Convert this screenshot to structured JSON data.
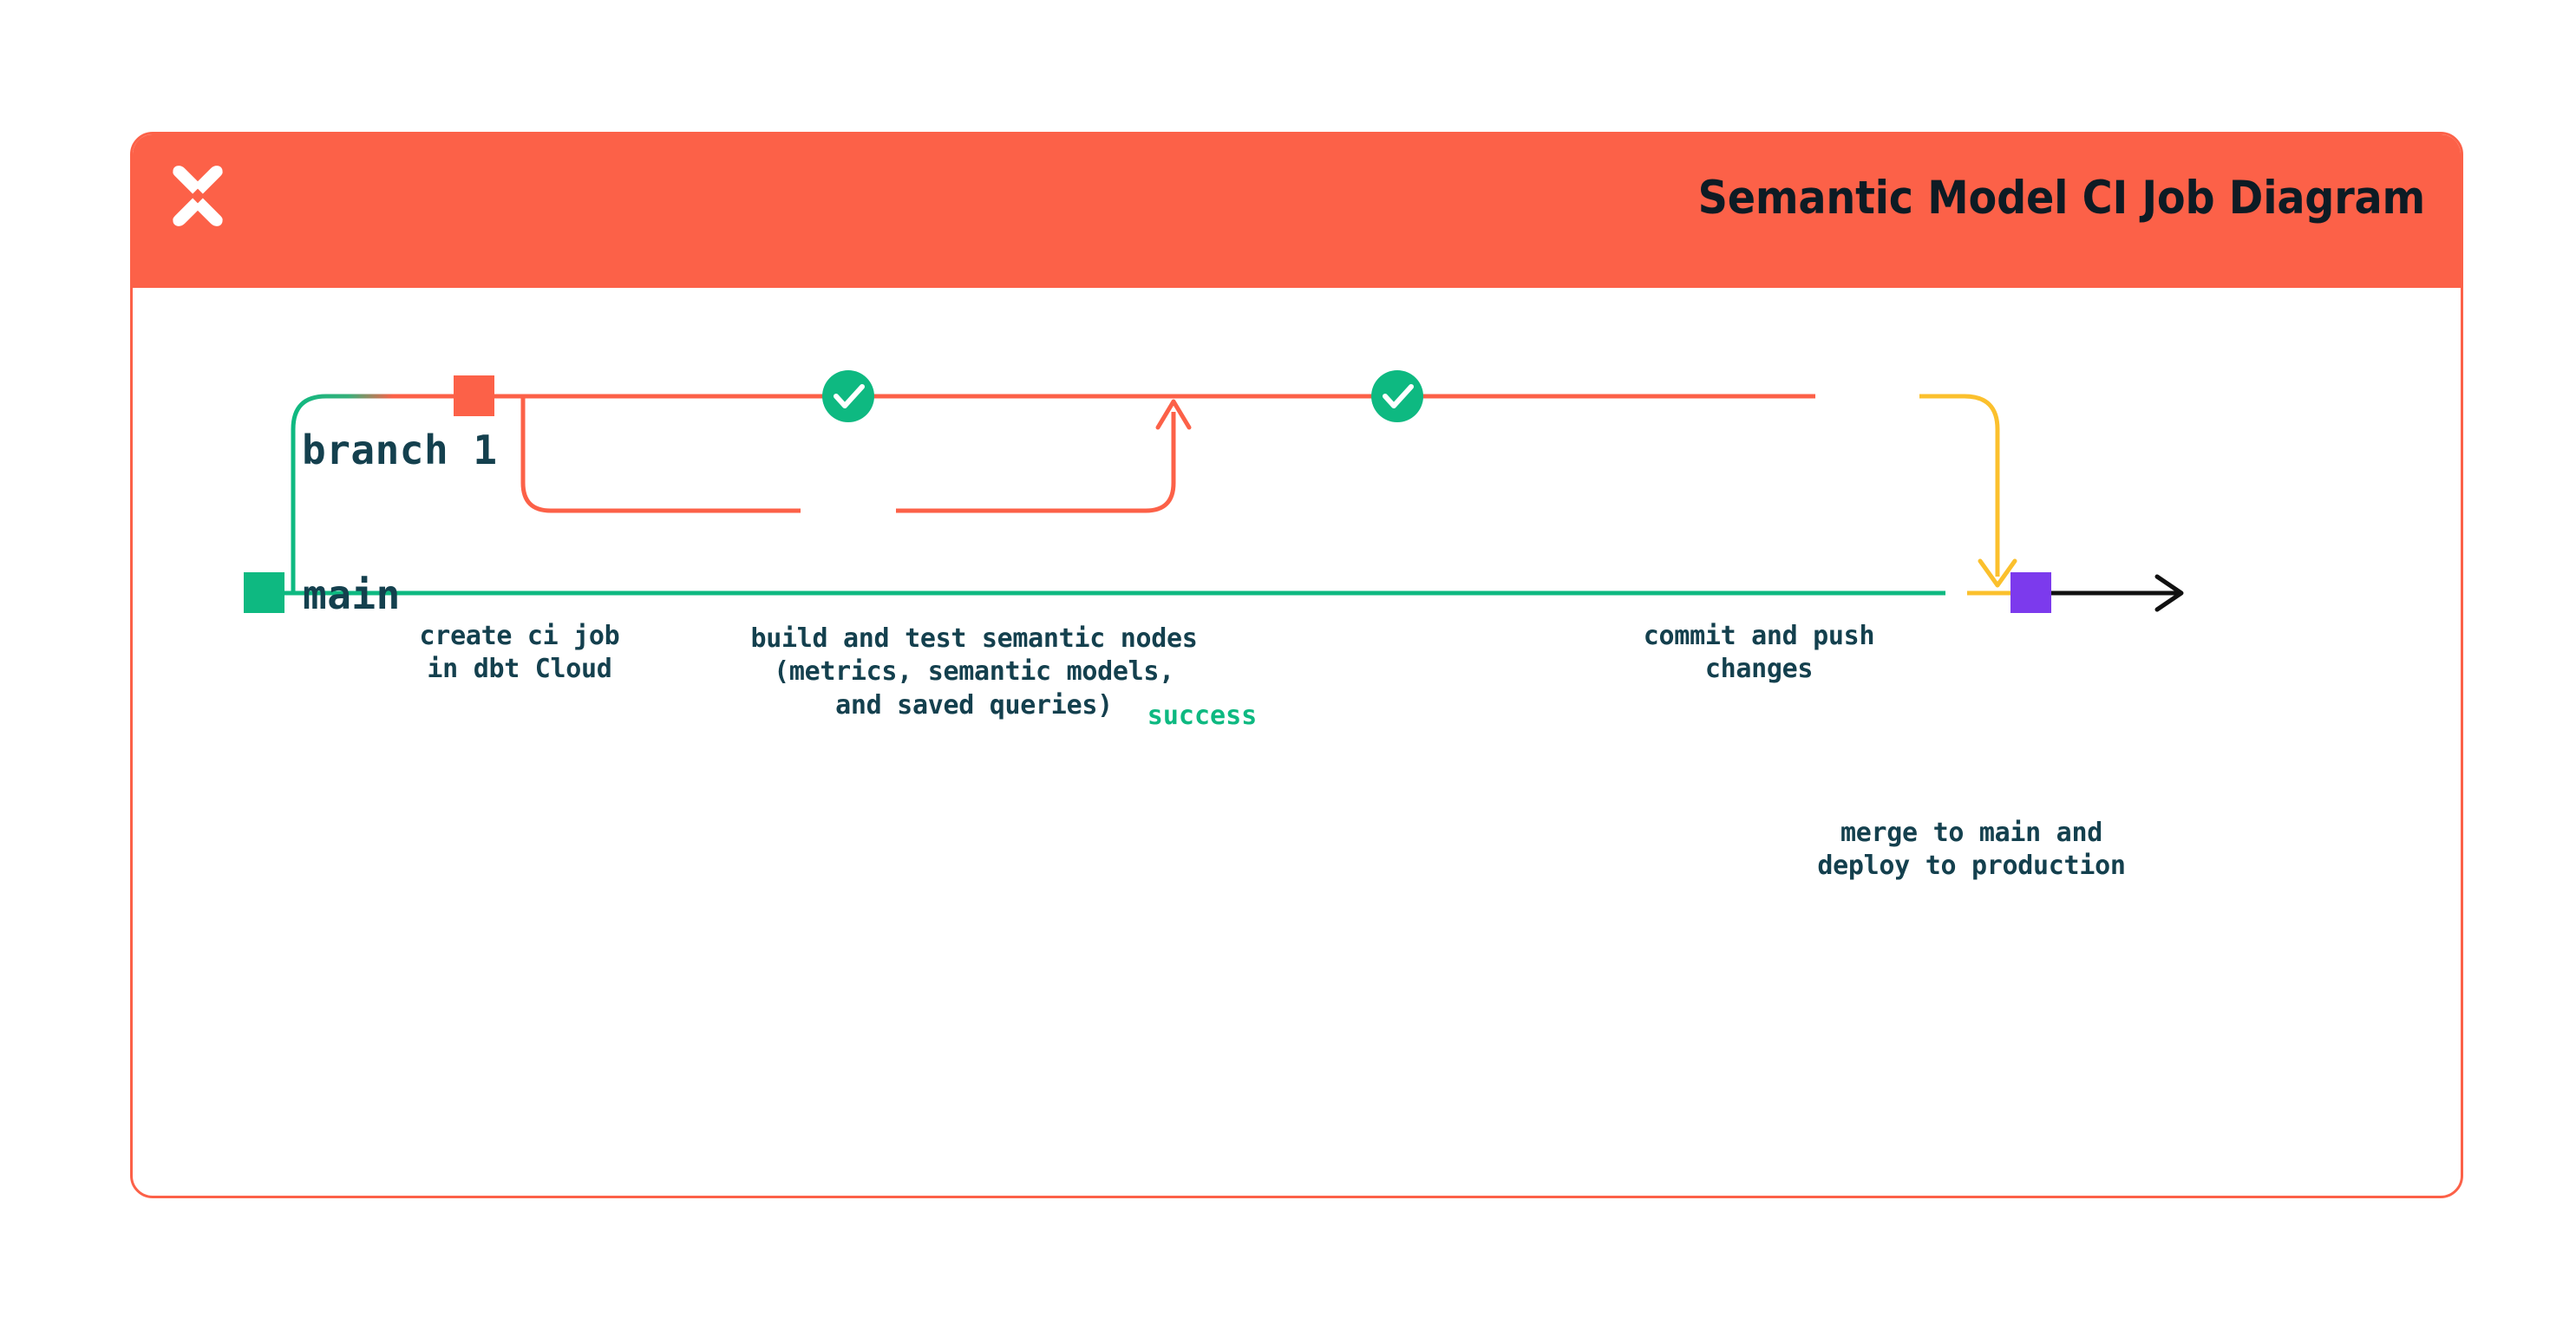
{
  "header": {
    "title": "Semantic Model CI Job Diagram",
    "logo_icon": "dbt-logo-icon",
    "background_color": "#fc6148",
    "title_color": "#0d1b24"
  },
  "card": {
    "border_color": "#fc6148",
    "background_color": "#ffffff"
  },
  "diagram": {
    "type": "git-branch-flow",
    "lanes": [
      {
        "id": "branch1",
        "label": "branch 1",
        "color": "#fc6148"
      },
      {
        "id": "main",
        "label": "main",
        "color": "#0eb981"
      }
    ],
    "nodes": [
      {
        "id": "create-ci-job",
        "marker": "square",
        "marker_color": "#fc6148",
        "lane": "branch1",
        "label": "create ci job\nin dbt Cloud"
      },
      {
        "id": "build-and-test",
        "marker": "check-circle",
        "marker_color": "#0eb981",
        "lane": "branch1",
        "label": "build and test semantic nodes\n(metrics, semantic models,\nand saved queries)"
      },
      {
        "id": "commit-and-push",
        "marker": "check-circle",
        "marker_color": "#0eb981",
        "lane": "branch1",
        "label": "commit and push\nchanges"
      },
      {
        "id": "merge-to-main",
        "marker": "square",
        "marker_color": "#7c3aed",
        "lane": "main",
        "label": "merge to main and\ndeploy to production"
      }
    ],
    "edges": [
      {
        "id": "success-loop",
        "label": "success",
        "label_color": "#0eb981",
        "stroke_color": "#fc6148",
        "style": "rounded-loop-with-arrow"
      },
      {
        "id": "merge-edge",
        "label": "",
        "stroke_color": "#fbc02d",
        "style": "drop-arrow"
      },
      {
        "id": "main-continue",
        "label": "",
        "stroke_color": "#111111",
        "style": "straight-arrow"
      }
    ],
    "colors": {
      "branch_orange": "#fc6148",
      "main_green": "#0eb981",
      "merge_yellow": "#fbc02d",
      "merge_purple": "#7c3aed",
      "text_dark": "#14404e",
      "arrow_black": "#111111"
    }
  }
}
